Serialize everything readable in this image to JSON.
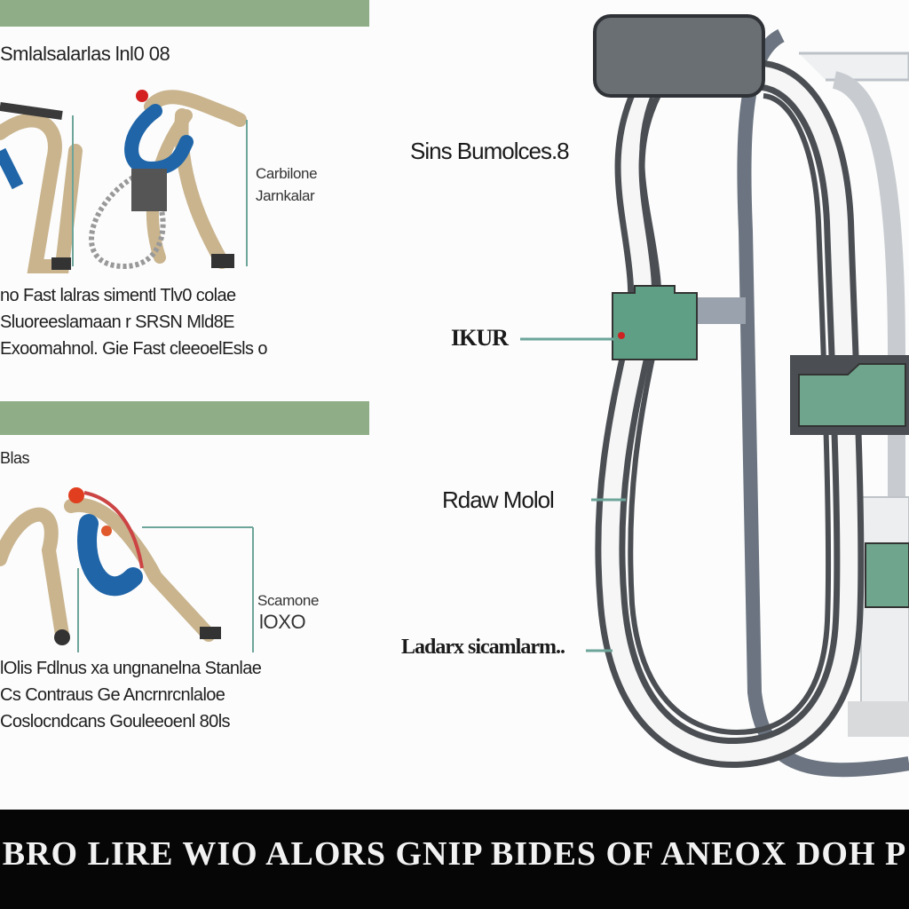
{
  "colors": {
    "band": "#8fae87",
    "hose_dark": "#4b4f54",
    "hose_blue": "#1f65a8",
    "tan": "#c9b48e",
    "clamp_green": "#5f9f86",
    "footer_bg": "#060606",
    "footer_text": "#f2f2f2"
  },
  "panel_top": {
    "heading": "Smlalsalarlas lnl0 08",
    "side_label_1": "Carbilone",
    "side_label_2": "Jarnkalar",
    "caption_lines": [
      "no Fast lalras simentl Tlv0 colae",
      "Sluoreeslamaan r SRSN Mld8E",
      "Exoomahnol. Gie Fast cleeoelEsls o"
    ]
  },
  "panel_bottom": {
    "heading": "Blas",
    "side_label_1": "Scamone",
    "side_label_2": "lOXO",
    "caption_lines": [
      "lOlis Fdlnus xa ungnanelna Stanlae",
      "Cs Contraus Ge Ancrnrcnlaloe",
      "Coslocndcans Gouleeoenl 80ls"
    ]
  },
  "callouts": {
    "c1": "Sins Bumolces.8",
    "c2": "IKUR",
    "c3": "Rdaw Molol",
    "c4": "Ladarx sicamlarm.."
  },
  "footer": {
    "text": "BRO LIRE WIO ALORS GNIP BIDES OF ANEOX DOH P"
  }
}
